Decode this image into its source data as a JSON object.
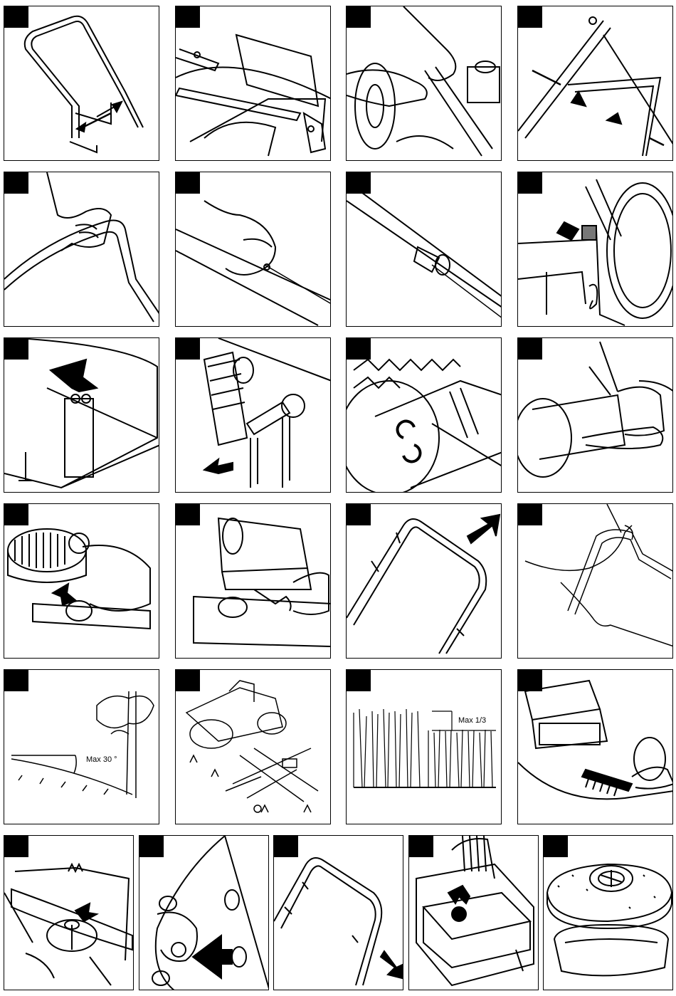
{
  "labels": {
    "slope_max": "Max 30 °",
    "cut_max": "Max 1/3"
  },
  "colors": {
    "ink": "#000000",
    "paper": "#ffffff"
  },
  "panels": [
    {
      "name": "handle-assembly",
      "icon": "handle-icon"
    },
    {
      "name": "handle-bolt-mount",
      "icon": "bolt-icon"
    },
    {
      "name": "handle-lever-fit",
      "icon": "lever-icon"
    },
    {
      "name": "handle-screws",
      "icon": "screw-icon"
    },
    {
      "name": "hand-on-handle",
      "icon": "hand-icon"
    },
    {
      "name": "cable-clip-hand",
      "icon": "hand-icon"
    },
    {
      "name": "cable-clip",
      "icon": "clip-icon"
    },
    {
      "name": "wheel-lever-arrow",
      "icon": "arrow-icon"
    },
    {
      "name": "oil-dipstick-arrow",
      "icon": "arrow-icon"
    },
    {
      "name": "spark-plug",
      "icon": "spark-plug-icon"
    },
    {
      "name": "height-adjust",
      "icon": "rotate-icon"
    },
    {
      "name": "grass-bag",
      "icon": "bag-icon"
    },
    {
      "name": "primer-button",
      "icon": "primer-icon"
    },
    {
      "name": "fuel-cap",
      "icon": "fuel-icon"
    },
    {
      "name": "handle-bar-arrow",
      "icon": "arrow-icon"
    },
    {
      "name": "start-pull",
      "icon": "hand-icon"
    },
    {
      "name": "slope-limit",
      "icon": "tree-icon"
    },
    {
      "name": "obstacles-lawn",
      "icon": "mower-icon"
    },
    {
      "name": "grass-height",
      "icon": "grass-icon"
    },
    {
      "name": "brush-cleaning",
      "icon": "brush-icon"
    },
    {
      "name": "blade-nut",
      "icon": "blade-icon"
    },
    {
      "name": "oil-drain",
      "icon": "arrow-icon"
    },
    {
      "name": "handle-bar-arrow-2",
      "icon": "arrow-icon"
    },
    {
      "name": "air-filter-cover",
      "icon": "filter-icon"
    },
    {
      "name": "air-filter-element",
      "icon": "filter-icon"
    }
  ]
}
